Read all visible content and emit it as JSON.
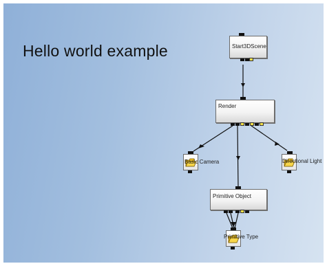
{
  "canvas": {
    "title": "Hello world example"
  },
  "nodes": {
    "start": "Start3DScene",
    "render": "Render",
    "camera": "Basic Camera",
    "light": "Directional Light",
    "primitive_object": "Primitive Object",
    "primitive_type": "Primitive Type"
  },
  "colors": {
    "background_left": "#8fb0d8",
    "background_right": "#d6e3f1",
    "port": "#111111",
    "port_highlight": "#f4e04a",
    "folder_icon": "#f0c020"
  }
}
